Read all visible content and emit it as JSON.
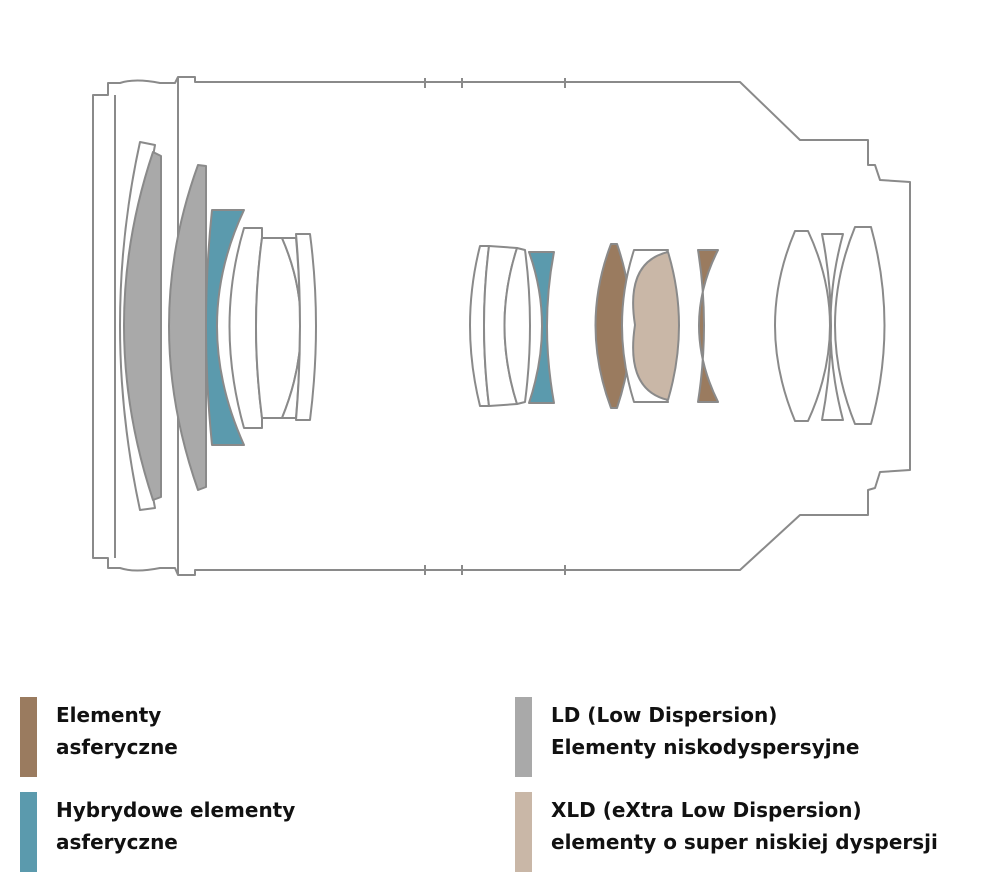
{
  "colors": {
    "outline": "#8a8a8a",
    "background": "#ffffff",
    "aspherical": "#9a7b5f",
    "hybrid_aspherical": "#5b9aad",
    "ld": "#a9a9a9",
    "xld": "#c9b7a7"
  },
  "legend": [
    {
      "color_key": "aspherical",
      "lines": [
        "Elementy",
        "asferyczne"
      ]
    },
    {
      "color_key": "hybrid_aspherical",
      "lines": [
        "Hybrydowe elementy",
        "asferyczne"
      ]
    },
    {
      "color_key": "ld",
      "lines": [
        "LD (Low Dispersion)",
        "Elementy niskodyspersyjne"
      ]
    },
    {
      "color_key": "xld",
      "lines": [
        "XLD (eXtra Low Dispersion)",
        "elementy o super niskiej dyspersji"
      ]
    }
  ]
}
